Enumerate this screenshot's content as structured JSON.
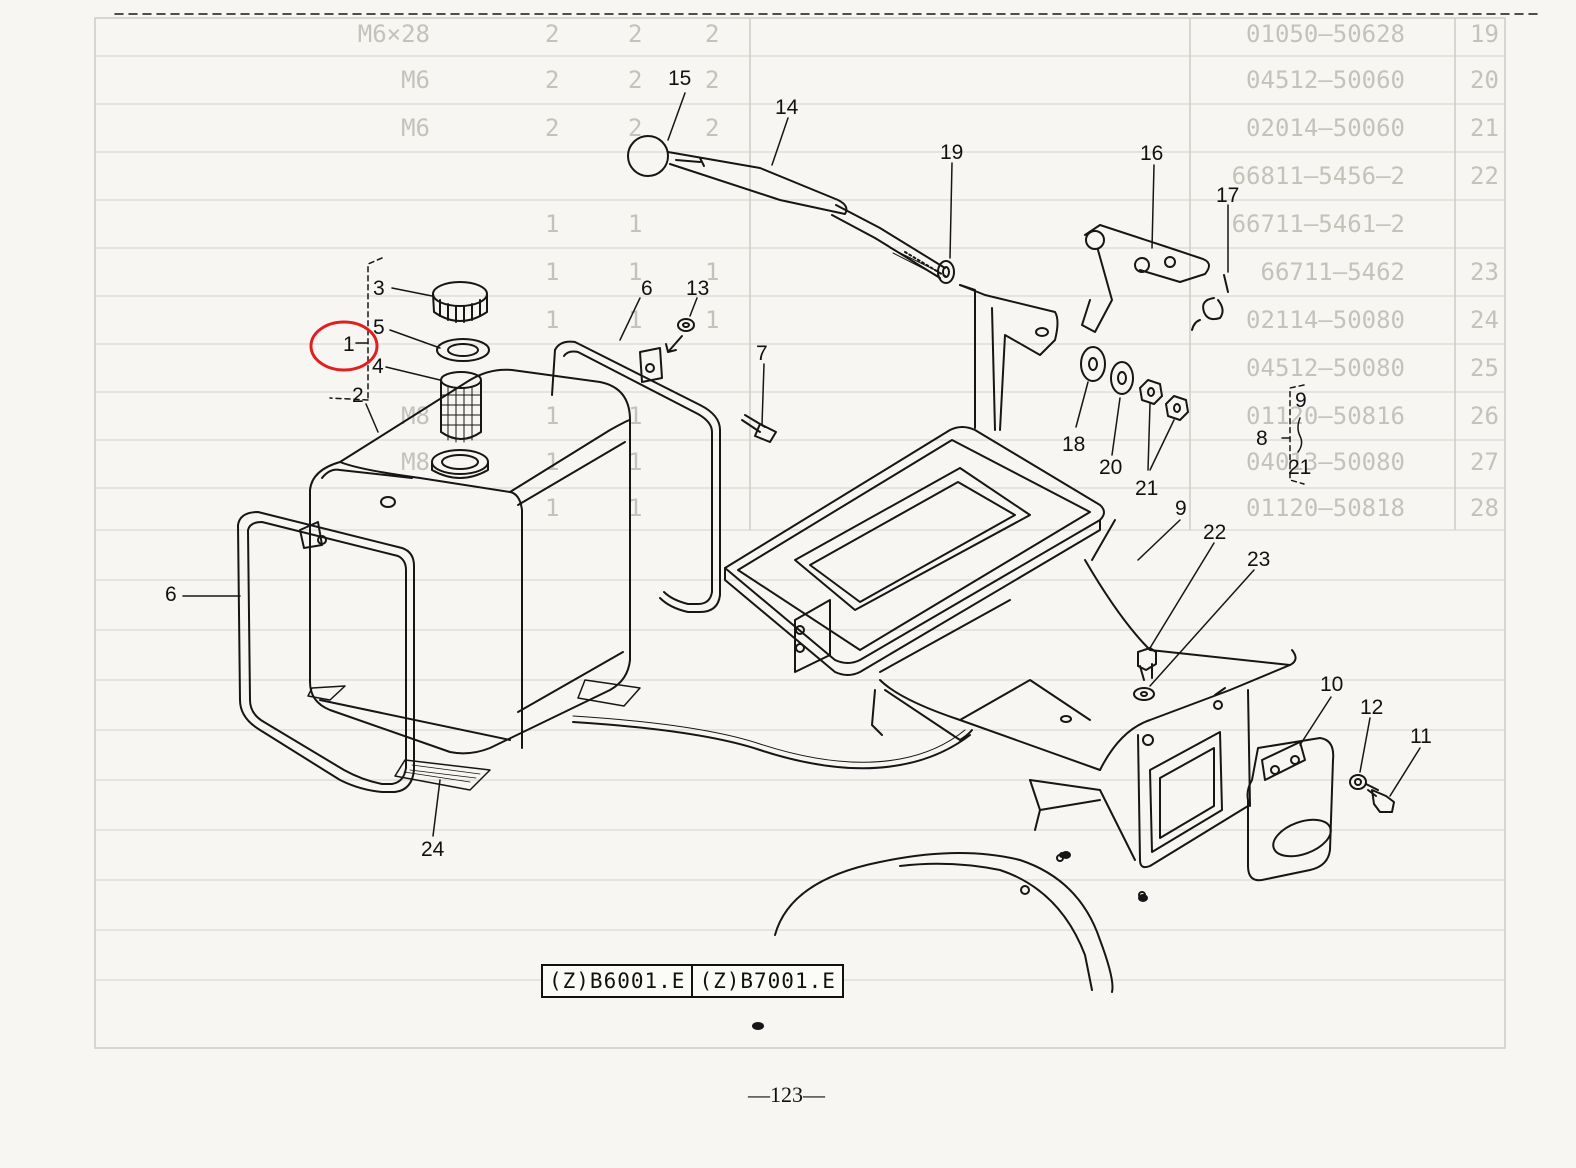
{
  "callouts": {
    "c1": "1",
    "c2": "2",
    "c3": "3",
    "c4": "4",
    "c5": "5",
    "c6a": "6",
    "c6b": "6",
    "c7": "7",
    "c8": "8",
    "c9": "9",
    "c9_tilde": "}",
    "c11": "11",
    "c12": "12",
    "c13": "13",
    "c14": "14",
    "c15": "15",
    "c16": "16",
    "c17": "17",
    "c18": "18",
    "c19": "19",
    "c20": "20",
    "c21a": "21",
    "c21b": "21",
    "c22": "22",
    "c23": "23",
    "c24": "24",
    "c9b": "9"
  },
  "model_codes": [
    "(Z)B6001.E",
    "(Z)B7001.E"
  ],
  "page_number": "—123—",
  "highlight_color": "#e02020",
  "ghost_table_rows": [
    {
      "no": "19",
      "code": "01050–50628",
      "qty": [
        "2",
        "2",
        "2"
      ],
      "note": "M6×28"
    },
    {
      "no": "20",
      "code": "04512–50060",
      "qty": [
        "2",
        "2",
        "2"
      ],
      "note": "M6"
    },
    {
      "no": "21",
      "code": "02014–50060",
      "qty": [
        "2",
        "2",
        "2"
      ],
      "note": "M6"
    },
    {
      "no": "22",
      "code": "66811–5456–2",
      "qty": [
        "",
        "",
        ""
      ],
      "note": ""
    },
    {
      "no": "",
      "code": "66711–5461–2",
      "qty": [
        "",
        "1",
        "1"
      ],
      "note": ""
    },
    {
      "no": "23",
      "code": "66711–5462",
      "qty": [
        "1",
        "1",
        "1"
      ],
      "note": ""
    },
    {
      "no": "24",
      "code": "02114–50080",
      "qty": [
        "1",
        "1",
        "1"
      ],
      "note": ""
    },
    {
      "no": "25",
      "code": "04512–50080",
      "qty": [
        "",
        "",
        ""
      ],
      "note": ""
    },
    {
      "no": "26",
      "code": "01120–50816",
      "qty": [
        "",
        "1",
        "1"
      ],
      "note": "M8"
    },
    {
      "no": "27",
      "code": "04013–50080",
      "qty": [
        "",
        "1",
        "1"
      ],
      "note": "M8"
    },
    {
      "no": "28",
      "code": "01120–50818",
      "qty": [
        "",
        "1",
        "1"
      ],
      "note": ""
    }
  ]
}
